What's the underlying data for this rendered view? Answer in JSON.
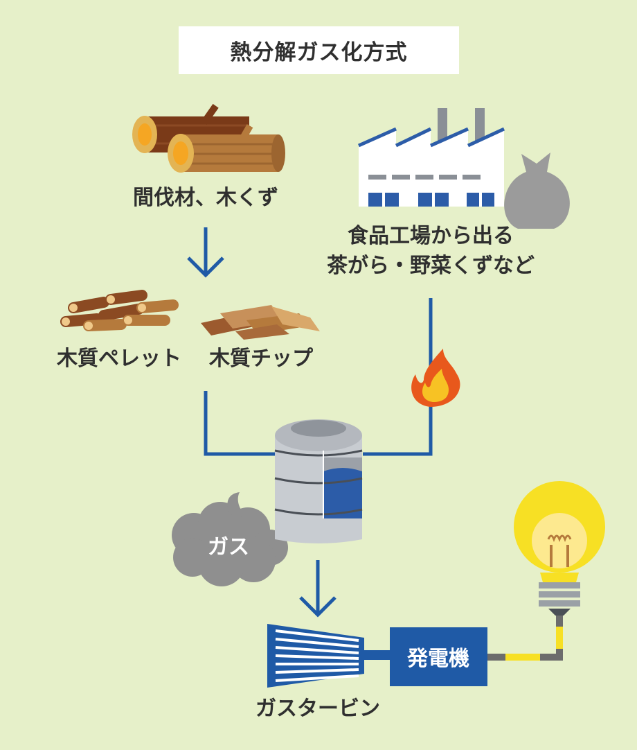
{
  "title": "熱分解ガス化方式",
  "labels": {
    "logs": "間伐材、木くず",
    "factory_line1": "食品工場から出る",
    "factory_line2": "茶がら・野菜くずなど",
    "pellet": "木質ペレット",
    "chip": "木質チップ",
    "gas": "ガス",
    "turbine": "ガスタービン",
    "generator": "発電機"
  },
  "colors": {
    "background": "#e6f0c9",
    "flow_line": "#1f5aa6",
    "generator": "#1f5aa6",
    "bulb": "#f7e024",
    "flame": "#e8581c",
    "gas_cloud": "#8f8f8f",
    "wood": "#b57a3c"
  },
  "icons": [
    "logs-icon",
    "factory-icon",
    "garbage-bag-icon",
    "pellets-icon",
    "wood-chips-icon",
    "flame-icon",
    "gasifier-tank-icon",
    "gas-cloud-icon",
    "gas-turbine-icon",
    "light-bulb-icon"
  ]
}
